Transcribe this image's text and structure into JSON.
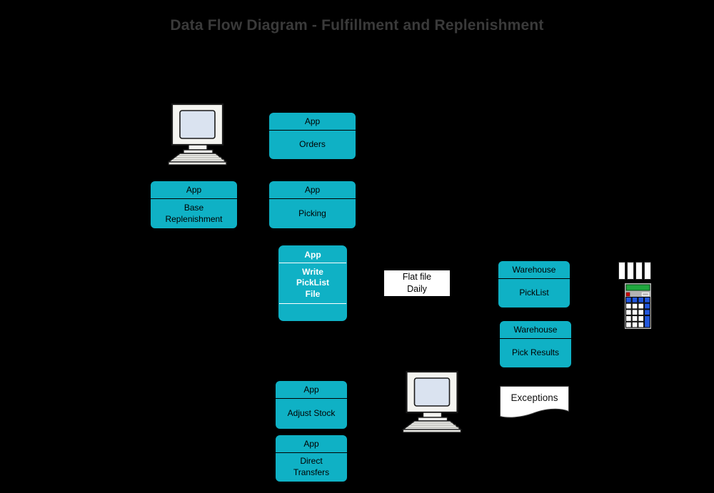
{
  "diagram": {
    "title": "Data Flow Diagram - Fulfillment and Replenishment"
  },
  "colors": {
    "node_teal": "#0FB1C5",
    "title_gray": "#3A3A3A",
    "screen_blue": "#DAE3F0",
    "device_gray": "#B3B3B3",
    "display_green": "#1FA83E",
    "key_blue": "#2257DE",
    "button_red": "#CC0000"
  },
  "nodes": {
    "orders": {
      "header": "App",
      "label": "Orders"
    },
    "base_replenishment": {
      "header": "App",
      "label": "Base\nReplenishment"
    },
    "picking": {
      "header": "App",
      "label": "Picking"
    },
    "write_picklist": {
      "header": "App",
      "label": "Write\nPickList\nFile"
    },
    "flat_file": {
      "label": "Flat file\nDaily"
    },
    "warehouse_picklist": {
      "header": "Warehouse",
      "label": "PickList"
    },
    "warehouse_pick_results": {
      "header": "Warehouse",
      "label": "Pick Results"
    },
    "adjust_stock": {
      "header": "App",
      "label": "Adjust Stock"
    },
    "direct_transfers": {
      "header": "App",
      "label": "Direct\nTransfers"
    },
    "exceptions": {
      "label": "Exceptions"
    }
  },
  "icons": {
    "computer_top": "desktop-computer",
    "computer_bottom": "desktop-computer",
    "handheld": "handheld-terminal-with-paper-strips"
  }
}
